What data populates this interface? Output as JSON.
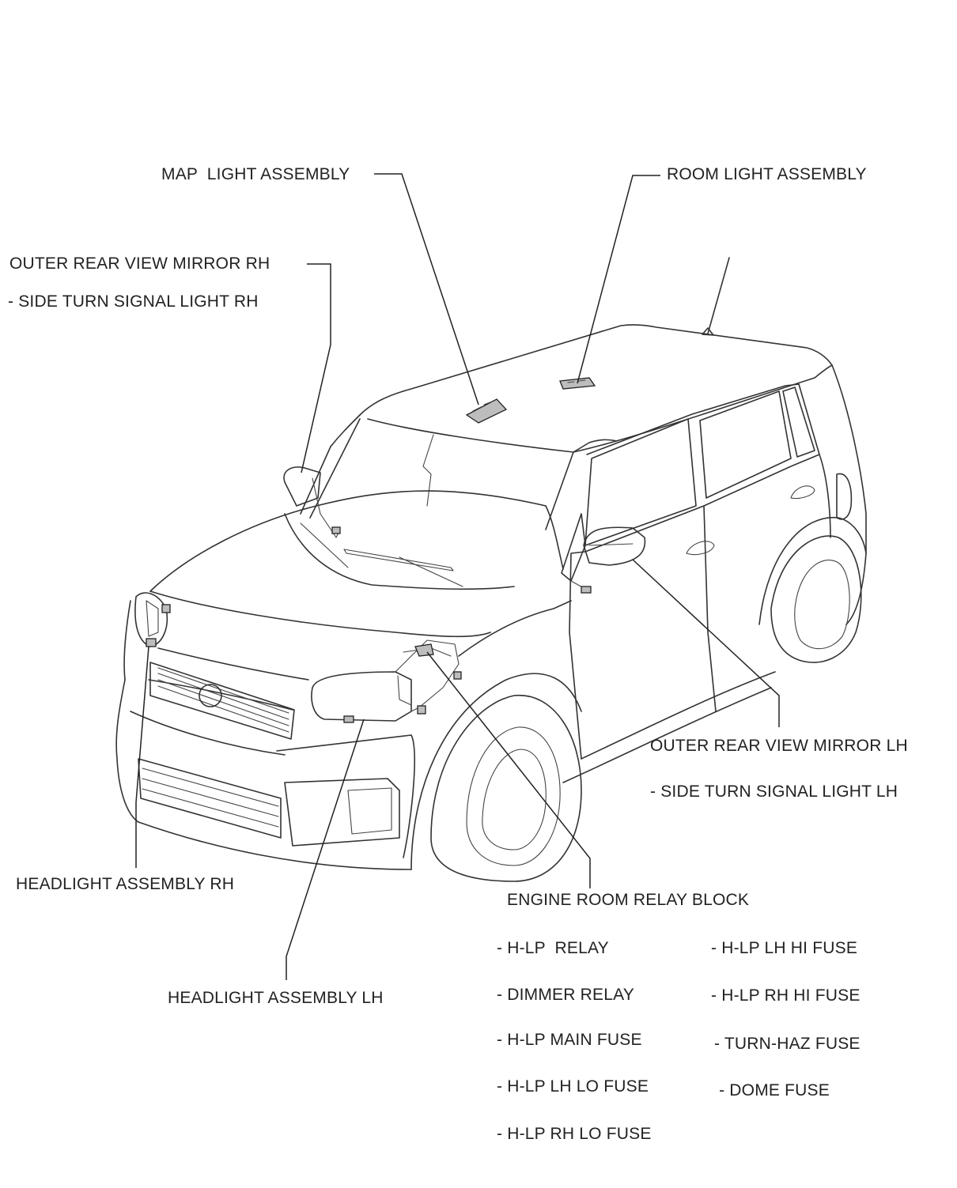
{
  "labels": {
    "map_light": "MAP  LIGHT ASSEMBLY",
    "room_light": "ROOM LIGHT ASSEMBLY",
    "mirror_rh": "OUTER REAR VIEW MIRROR RH",
    "turn_rh": "- SIDE TURN SIGNAL LIGHT RH",
    "mirror_lh": "OUTER REAR VIEW MIRROR LH",
    "turn_lh": "- SIDE TURN SIGNAL LIGHT LH",
    "headlight_rh": "HEADLIGHT ASSEMBLY RH",
    "headlight_lh": "HEADLIGHT ASSEMBLY LH",
    "relay_block": "ENGINE ROOM RELAY BLOCK"
  },
  "relay_items_left": [
    "- H-LP  RELAY",
    "- DIMMER RELAY",
    "- H-LP MAIN FUSE",
    "- H-LP LH LO FUSE",
    "- H-LP RH LO FUSE"
  ],
  "relay_items_right": [
    "- H-LP LH HI FUSE",
    "- H-LP RH HI FUSE",
    " - TURN-HAZ FUSE",
    "  - DOME FUSE"
  ]
}
